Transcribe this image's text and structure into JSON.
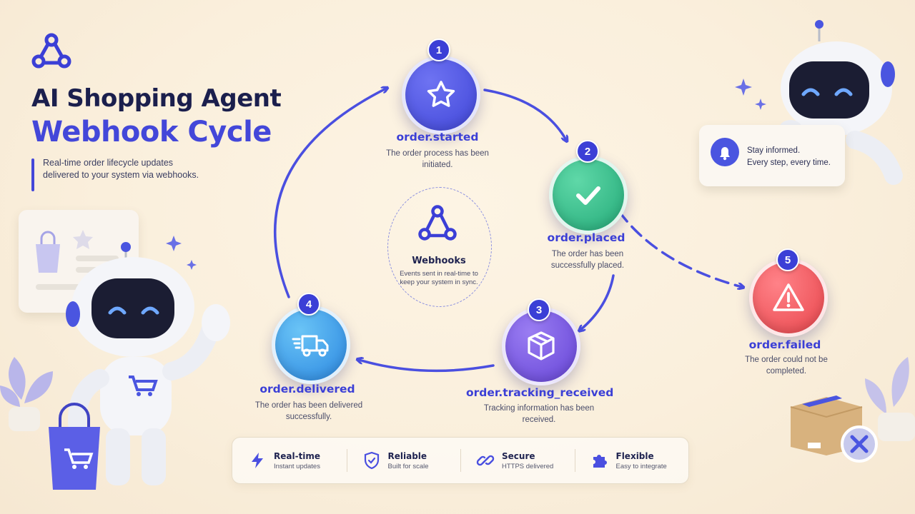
{
  "header": {
    "title_line1": "AI Shopping Agent",
    "title_line2": "Webhook Cycle",
    "subtitle": "Real-time order lifecycle updates delivered to your system via webhooks."
  },
  "hub": {
    "title": "Webhooks",
    "description": "Events sent in real-time to keep your system in sync.",
    "icon": "webhook-icon"
  },
  "nodes": [
    {
      "number": "1",
      "event": "order.started",
      "description": "The order process has been initiated.",
      "icon": "star-icon",
      "color": "#4a4fe0"
    },
    {
      "number": "2",
      "event": "order.placed",
      "description": "The order has been successfully placed.",
      "icon": "check-icon",
      "color": "#2fc08a"
    },
    {
      "number": "3",
      "event": "order.tracking_received",
      "description": "Tracking information has been received.",
      "icon": "package-icon",
      "color": "#7b5ce8"
    },
    {
      "number": "4",
      "event": "order.delivered",
      "description": "The order has been delivered successfully.",
      "icon": "truck-icon",
      "color": "#3aa0ee"
    },
    {
      "number": "5",
      "event": "order.failed",
      "description": "The order could not be completed.",
      "icon": "warning-icon",
      "color": "#f0555a"
    }
  ],
  "features": [
    {
      "title": "Real-time",
      "subtitle": "Instant updates",
      "icon": "lightning-icon"
    },
    {
      "title": "Reliable",
      "subtitle": "Built for scale",
      "icon": "shield-check-icon"
    },
    {
      "title": "Secure",
      "subtitle": "HTTPS delivered",
      "icon": "link-icon"
    },
    {
      "title": "Flexible",
      "subtitle": "Easy to integrate",
      "icon": "puzzle-icon"
    }
  ],
  "notification": {
    "line1": "Stay informed.",
    "line2": "Every step, every time.",
    "icon": "bell-icon"
  },
  "colors": {
    "accent": "#4347d9",
    "title": "#1b1f4d",
    "background": "#faefdc"
  }
}
